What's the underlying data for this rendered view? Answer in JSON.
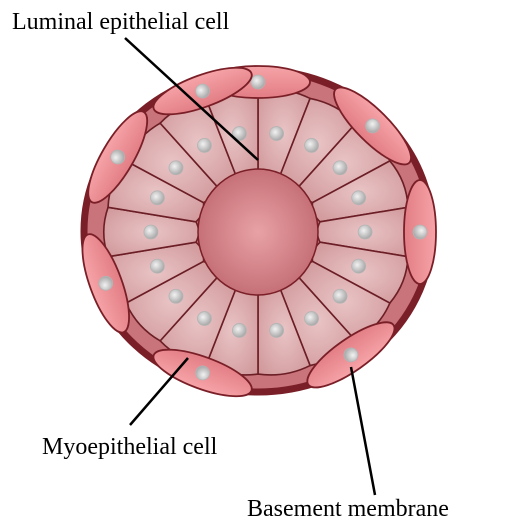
{
  "labels": {
    "luminal": "Luminal epithelial cell",
    "myoepithelial": "Myoepithelial cell",
    "basement": "Basement membrane"
  },
  "colors": {
    "basement_membrane": "#7a1f27",
    "outer_fill": "#c9737a",
    "luminal_cell_fill": "#d7a3a6",
    "cell_border": "#6b1e25",
    "lumen": "#d5858b",
    "myo_cell_fill": "#ee8f95",
    "nucleus": "#c8c8c8",
    "leader_line": "#000000"
  }
}
